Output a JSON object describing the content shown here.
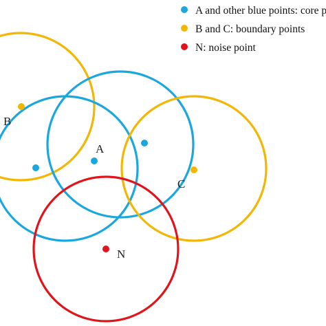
{
  "colors": {
    "core": "#1aa7dd",
    "boundary": "#f2b705",
    "noise": "#e0151b",
    "text": "#222222"
  },
  "legend": [
    {
      "label": "A and other blue points: core points",
      "color": "#1aa7dd"
    },
    {
      "label": "B and C: boundary points",
      "color": "#f2b705"
    },
    {
      "label": "N: noise point",
      "color": "#e0151b"
    }
  ],
  "points": [
    {
      "id": "B",
      "label": "B",
      "type": "boundary"
    },
    {
      "id": "core-left",
      "label": "",
      "type": "core"
    },
    {
      "id": "A",
      "label": "A",
      "type": "core"
    },
    {
      "id": "core-right",
      "label": "",
      "type": "core"
    },
    {
      "id": "C",
      "label": "C",
      "type": "boundary"
    },
    {
      "id": "N",
      "label": "N",
      "type": "noise"
    }
  ]
}
